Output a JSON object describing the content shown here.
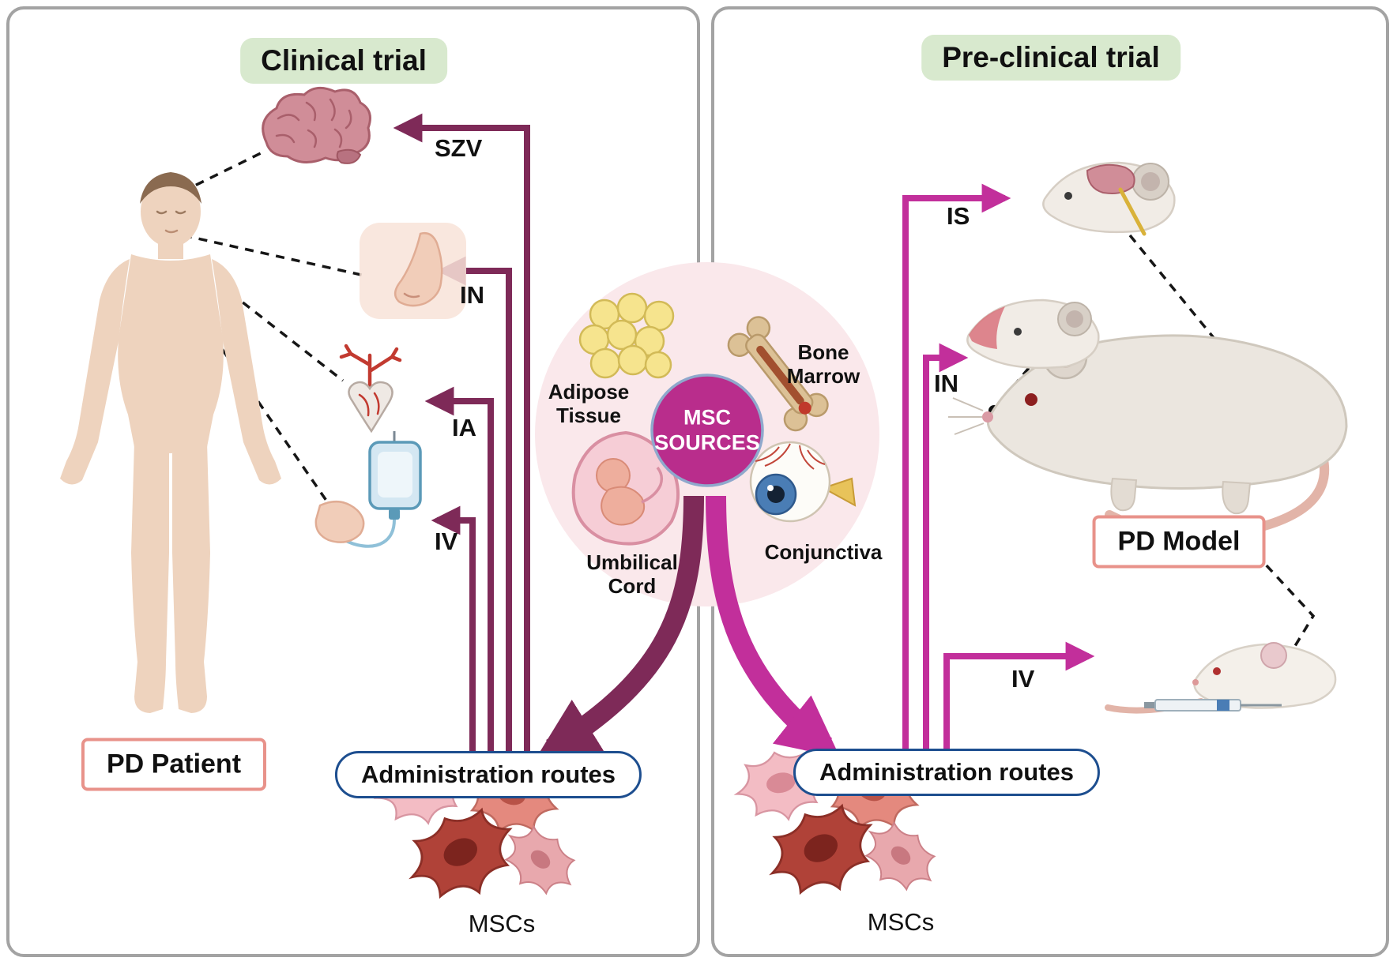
{
  "figure": {
    "clinical": {
      "title": "Clinical trial",
      "subject_label": "PD Patient",
      "admin_routes_label": "Administration routes",
      "cells_label": "MSCs",
      "routes": [
        "SZV",
        "IN",
        "IA",
        "IV"
      ]
    },
    "preclinical": {
      "title": "Pre-clinical trial",
      "subject_label": "PD Model",
      "admin_routes_label": "Administration routes",
      "cells_label": "MSCs",
      "routes": [
        "IS",
        "IN",
        "IV"
      ]
    },
    "sources": {
      "hub_label": "MSC SOURCES",
      "items": [
        "Adipose Tissue",
        "Bone Marrow",
        "Umbilical Cord",
        "Conjunctiva"
      ]
    },
    "icons": [
      "brain-icon",
      "nose-icon",
      "heart-vasculature-icon",
      "iv-bag-icon",
      "adipose-tissue-icon",
      "bone-marrow-icon",
      "umbilical-cord-icon",
      "conjunctiva-icon",
      "msc-cells-icon",
      "pd-patient-figure",
      "pd-model-rat",
      "is-mouse-head",
      "in-mouse-head",
      "iv-mouse"
    ],
    "colors": {
      "clinical_arrow": "#7e2a58",
      "preclinical_arrow": "#c22f9b",
      "title_badge_bg": "#d8e9ce",
      "subject_box_border": "#e8928a",
      "admin_pill_border": "#1d4e8f",
      "hub_bg": "#b92d8c",
      "sources_circle_bg": "#fae8eb"
    }
  }
}
